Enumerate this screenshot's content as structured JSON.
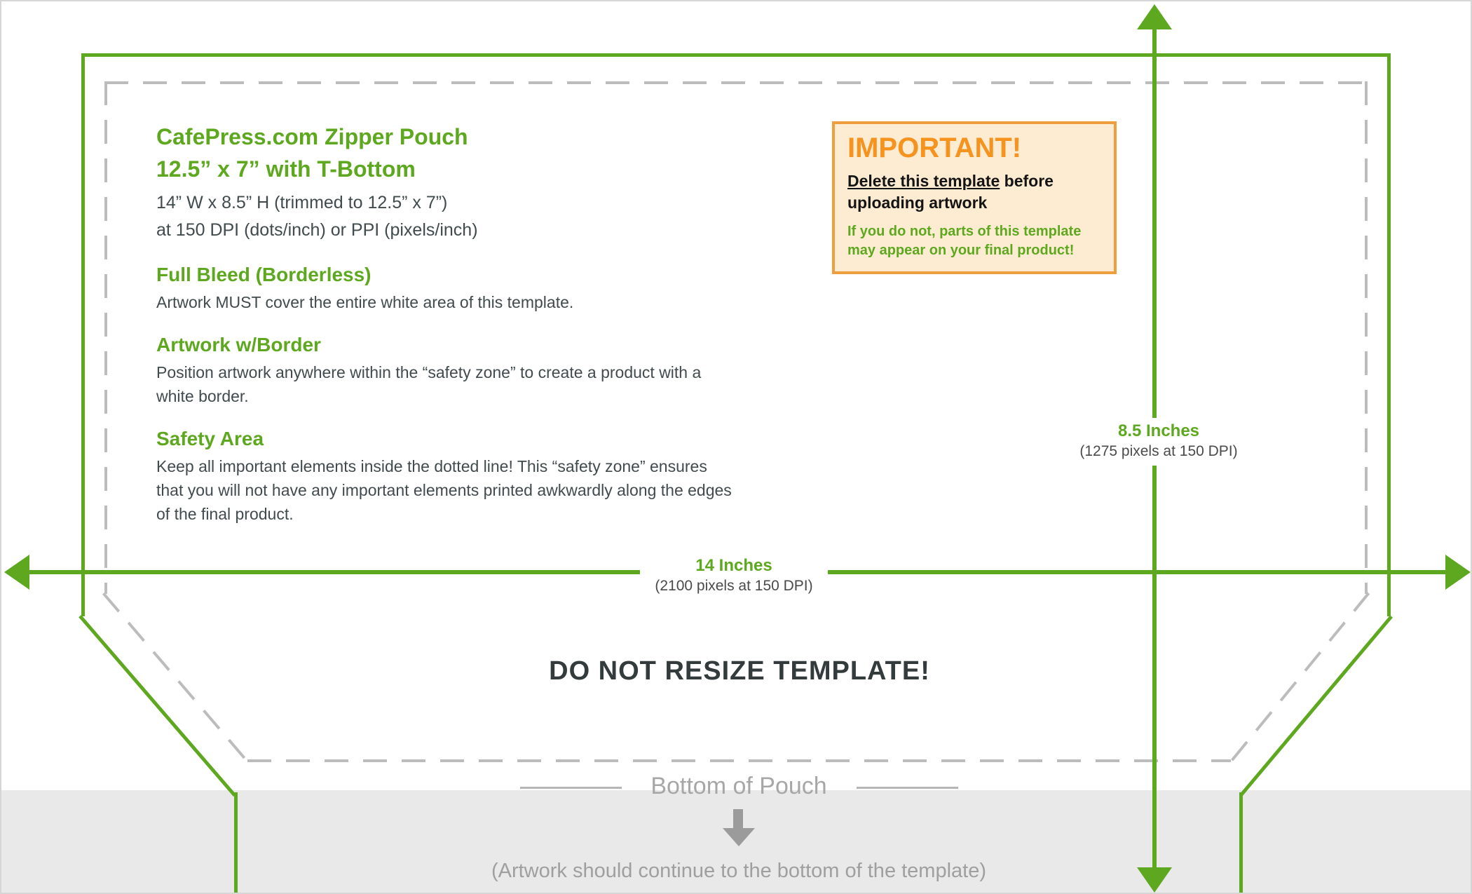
{
  "colors": {
    "accent_green": "#5ea81f",
    "accent_orange": "#f6931e",
    "important_border": "#ef9e3e",
    "important_bg": "#fdecd2",
    "fold_band": "#e9e9e9"
  },
  "info": {
    "title_line1": "CafePress.com Zipper Pouch",
    "title_line2": "12.5” x 7” with T-Bottom",
    "subtitle_line1": "14” W x 8.5” H (trimmed to 12.5” x 7”)",
    "subtitle_line2": "at 150 DPI (dots/inch) or PPI (pixels/inch)",
    "sections": [
      {
        "heading": "Full Bleed (Borderless)",
        "body": "Artwork MUST cover the entire white area of this template."
      },
      {
        "heading": "Artwork w/Border",
        "body": "Position artwork anywhere within the “safety zone” to create a product with a white border."
      },
      {
        "heading": "Safety Area",
        "body": "Keep all important elements inside the dotted line!  This “safety zone” ensures that you will not have any important elements printed awkwardly along the edges of the final product."
      }
    ]
  },
  "important": {
    "title": "IMPORTANT!",
    "delete_underlined": "Delete this template",
    "delete_rest": " before uploading artwork",
    "warning": "If you do not, parts of this template may appear on your final product!"
  },
  "dimensions": {
    "width_label": "14 Inches",
    "width_sub": "(2100 pixels at 150 DPI)",
    "height_label": "8.5 Inches",
    "height_sub": "(1275 pixels at 150 DPI)"
  },
  "warnings": {
    "do_not_resize": "DO NOT RESIZE TEMPLATE!"
  },
  "bottom": {
    "label": "Bottom of Pouch",
    "caption": "(Artwork should continue to the bottom of the template)"
  }
}
